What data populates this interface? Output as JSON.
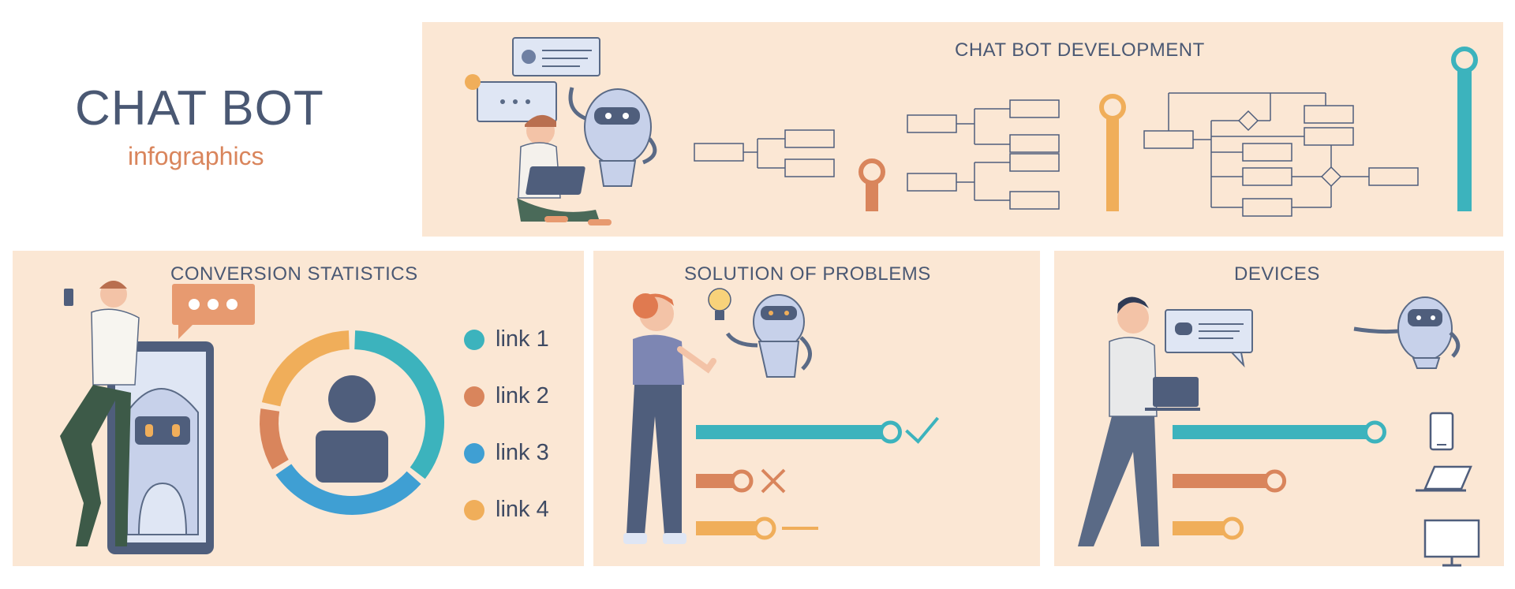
{
  "header": {
    "title": "CHAT BOT",
    "subtitle": "infographics"
  },
  "panels": {
    "development": {
      "title": "CHAT BOT DEVELOPMENT"
    },
    "conversion": {
      "title": "CONVERSION STATISTICS",
      "legend": [
        {
          "label": "link 1",
          "color": "#3cb3bd"
        },
        {
          "label": "link 2",
          "color": "#d9855c"
        },
        {
          "label": "link 3",
          "color": "#3f9fd3"
        },
        {
          "label": "link 4",
          "color": "#f0ae5a"
        }
      ],
      "donut_segments": [
        {
          "label": "link 1",
          "fraction": 0.36,
          "color": "#3cb3bd"
        },
        {
          "label": "link 3",
          "fraction": 0.3,
          "color": "#3f9fd3"
        },
        {
          "label": "link 2",
          "fraction": 0.12,
          "color": "#d9855c"
        },
        {
          "label": "link 4",
          "fraction": 0.22,
          "color": "#f0ae5a"
        }
      ]
    },
    "solutions": {
      "title": "SOLUTION OF PROBLEMS",
      "bars": [
        {
          "status": "check-icon",
          "level": 0.85,
          "color": "#3cb3bd"
        },
        {
          "status": "cross-icon",
          "level": 0.2,
          "color": "#d9855c"
        },
        {
          "status": "dash-icon",
          "level": 0.3,
          "color": "#f0ae5a"
        }
      ]
    },
    "devices": {
      "title": "DEVICES",
      "bars": [
        {
          "device": "smartphone-icon",
          "level": 0.95,
          "color": "#3cb3bd"
        },
        {
          "device": "laptop-icon",
          "level": 0.48,
          "color": "#d9855c"
        },
        {
          "device": "monitor-icon",
          "level": 0.28,
          "color": "#f0ae5a"
        }
      ]
    }
  },
  "icons": [
    "robot-icon",
    "person-icon",
    "chat-bubble-icon",
    "lightbulb-icon",
    "flowchart-icon",
    "user-avatar-icon"
  ]
}
